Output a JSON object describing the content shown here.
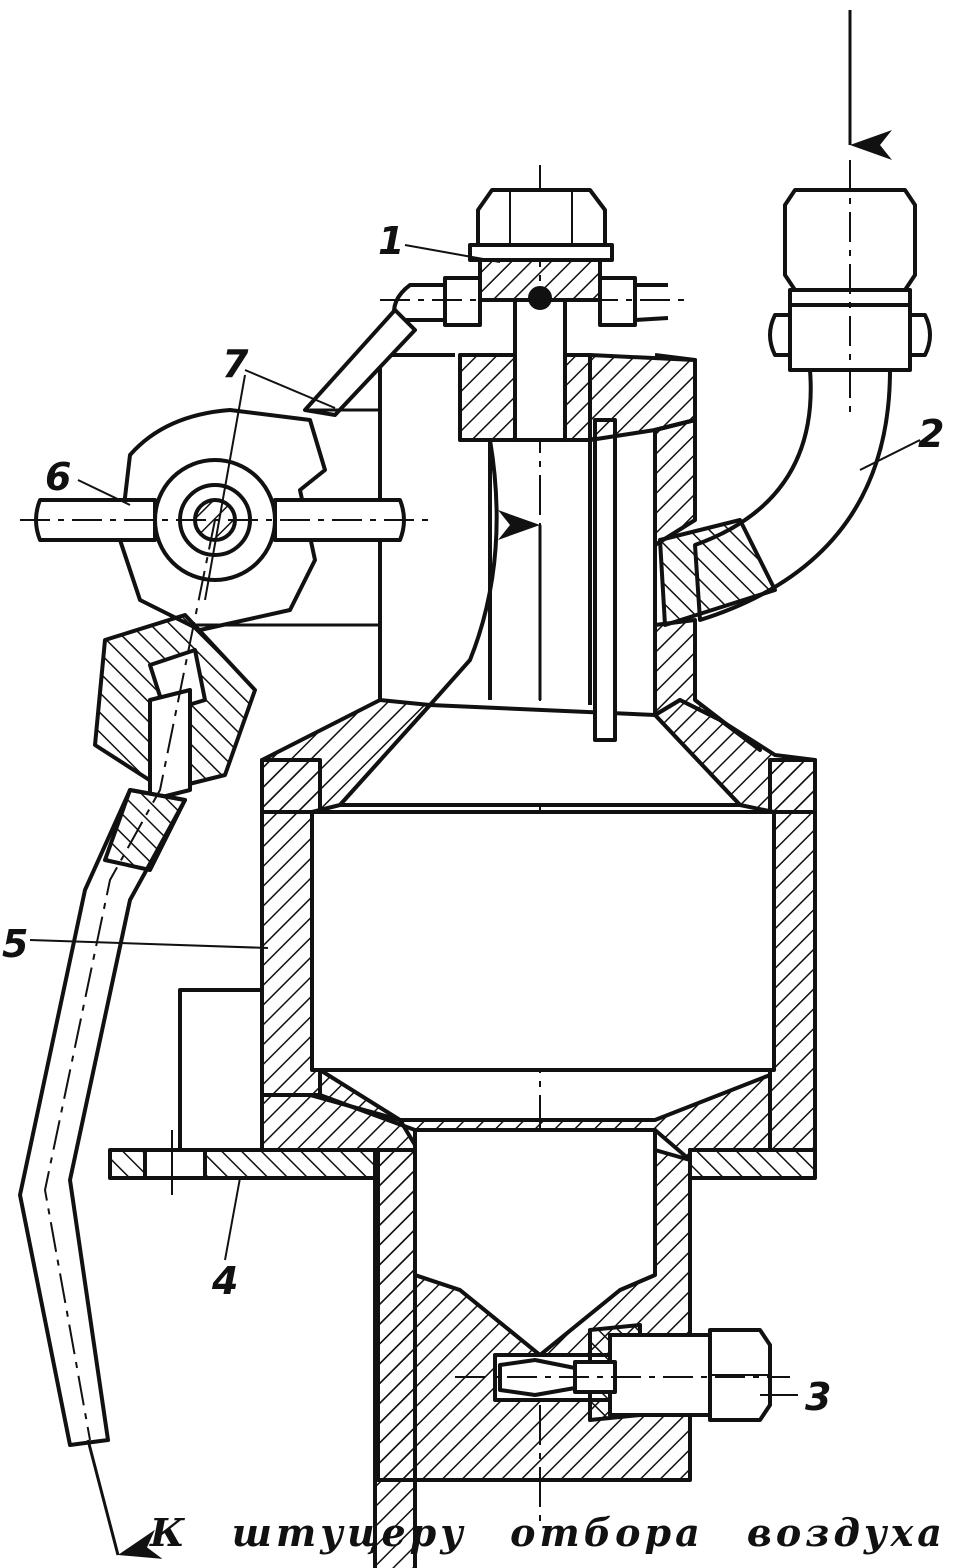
{
  "labels": {
    "part_1": "1",
    "part_2": "2",
    "part_3": "3",
    "part_4": "4",
    "part_5": "5",
    "part_6": "6",
    "part_7": "7"
  },
  "caption": "К штуцеру отбора воздуха"
}
